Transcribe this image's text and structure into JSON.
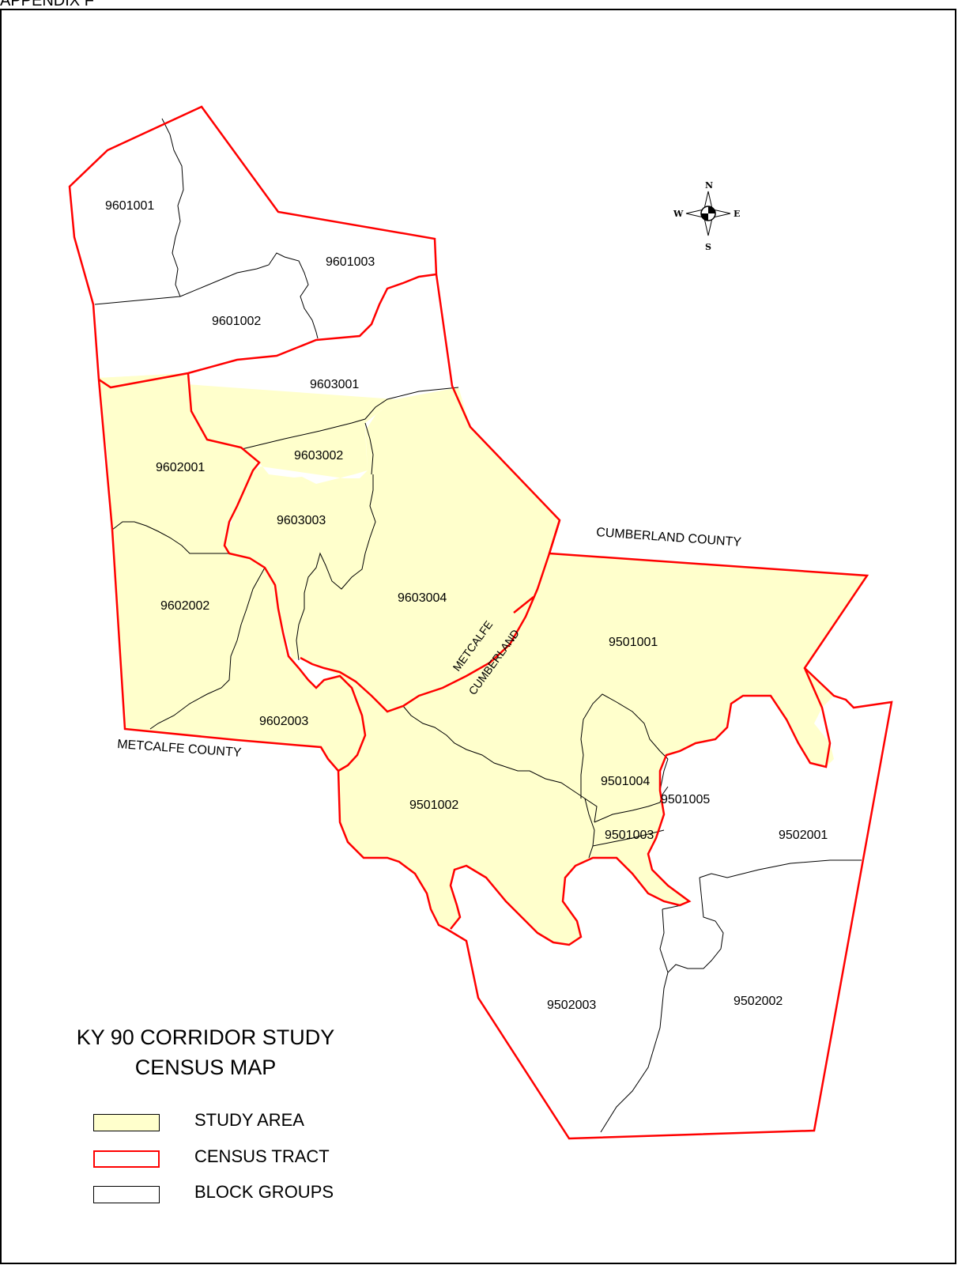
{
  "header": {
    "fragment": "APPENDIX F"
  },
  "title": {
    "line1": "KY 90 CORRIDOR STUDY",
    "line2": "CENSUS MAP"
  },
  "legend": {
    "items": [
      {
        "label": "STUDY AREA",
        "fill": "#ffffcc",
        "stroke": "#000000"
      },
      {
        "label": "CENSUS TRACT",
        "fill": "#ffffff",
        "stroke": "#ff0000"
      },
      {
        "label": "BLOCK GROUPS",
        "fill": "#ffffff",
        "stroke": "#000000"
      }
    ]
  },
  "compass": {
    "n": "N",
    "s": "S",
    "e": "E",
    "w": "W"
  },
  "counties": {
    "metcalfe": "METCALFE COUNTY",
    "cumberland": "CUMBERLAND COUNTY",
    "boundary_metcalfe": "METCALFE",
    "boundary_cumberland": "CUMBERLAND"
  },
  "block_groups": {
    "bg_9601001": "9601001",
    "bg_9601002": "9601002",
    "bg_9601003": "9601003",
    "bg_9603001": "9603001",
    "bg_9603002": "9603002",
    "bg_9602001": "9602001",
    "bg_9603003": "9603003",
    "bg_9602002": "9602002",
    "bg_9603004": "9603004",
    "bg_9501001": "9501001",
    "bg_9602003": "9602003",
    "bg_9501002": "9501002",
    "bg_9501004": "9501004",
    "bg_9501005": "9501005",
    "bg_9501003": "9501003",
    "bg_9502001": "9502001",
    "bg_9502003": "9502003",
    "bg_9502002": "9502002"
  },
  "colors": {
    "study_area": "#ffffcc",
    "tract": "#ff0000",
    "block": "#000000"
  }
}
